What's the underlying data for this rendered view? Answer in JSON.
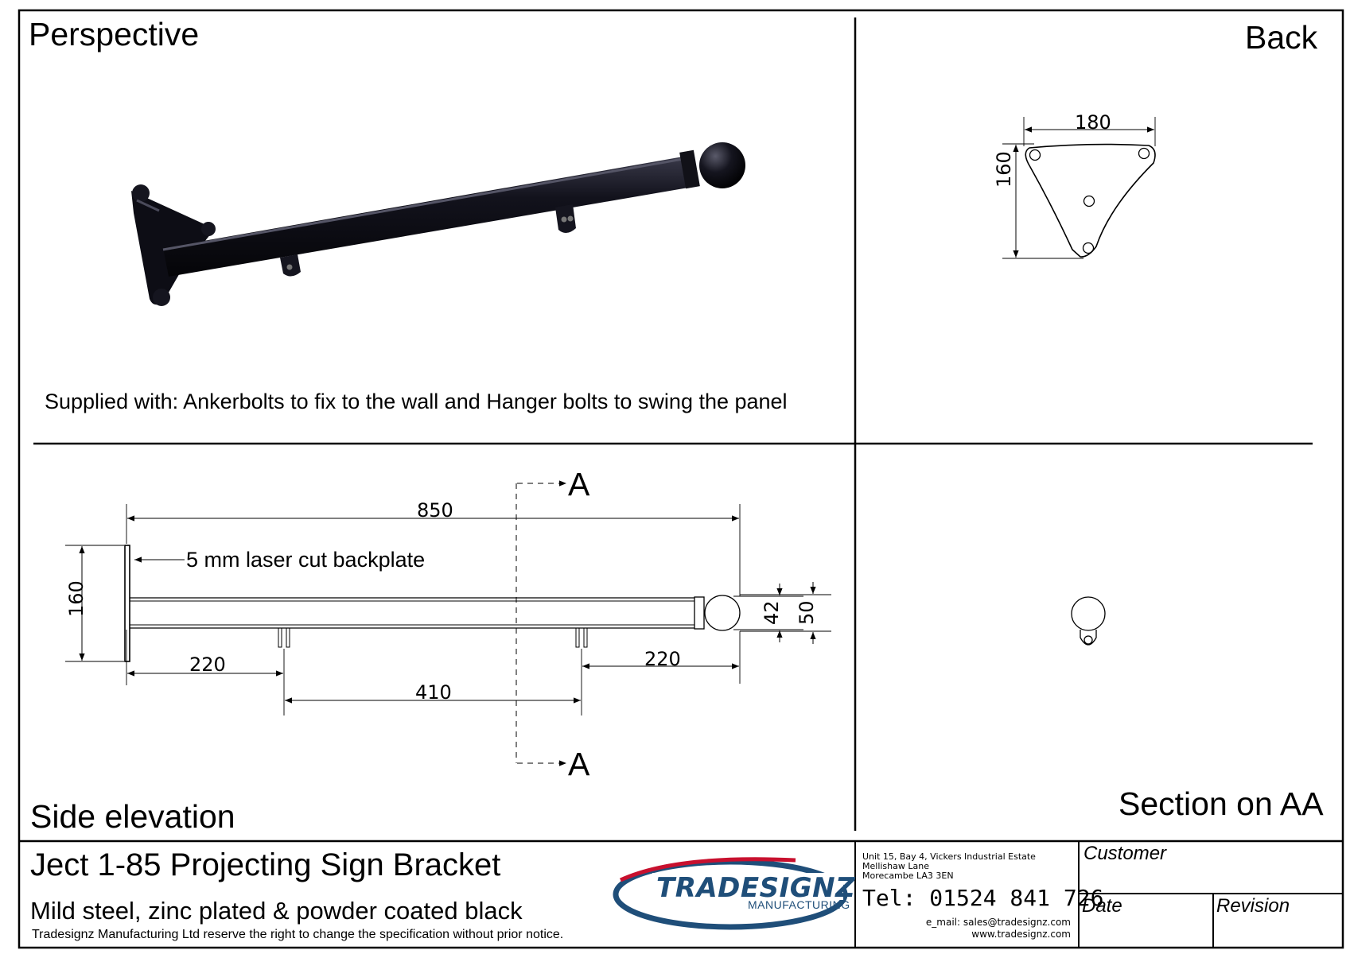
{
  "views": {
    "perspective": {
      "title": "Perspective",
      "note": "Supplied with: Ankerbolts to fix to the wall and Hanger bolts to swing the panel"
    },
    "back": {
      "title": "Back",
      "dim_width": "180",
      "dim_height": "160"
    },
    "side_elevation": {
      "title": "Side elevation",
      "dim_length": "850",
      "dim_height": "160",
      "dim_left_offset": "220",
      "dim_right_offset": "220",
      "dim_spacing": "410",
      "dim_tube": "42",
      "dim_ball": "50",
      "backplate_note": "5 mm laser cut backplate",
      "section_mark": "A"
    },
    "section": {
      "title": "Section on AA"
    }
  },
  "title_block": {
    "product_title": "Ject 1-85 Projecting Sign Bracket",
    "material": "Mild steel, zinc plated & powder coated black",
    "disclaimer": "Tradesignz Manufacturing Ltd reserve the right to change the specification without prior notice.",
    "logo": {
      "name": "TRADESIGNZ",
      "sub": "MANUFACTURING",
      "color_red": "#c8102e",
      "color_blue": "#1f4e79"
    },
    "address": [
      "Unit 15, Bay 4, Vickers Industrial Estate",
      "Mellishaw Lane",
      "Morecambe LA3 3EN"
    ],
    "tel": "Tel: 01524 841 726",
    "email": "e_mail: sales@tradesignz.com",
    "web": "www.tradesignz.com",
    "fields": {
      "customer": "Customer",
      "date": "Date",
      "revision": "Revision"
    }
  }
}
